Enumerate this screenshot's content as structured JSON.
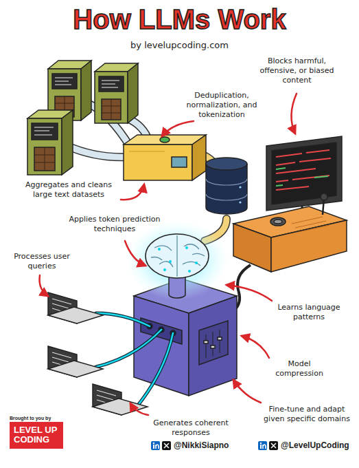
{
  "diagram": {
    "title": "How LLMs Work",
    "caption": "by levelupcoding.com",
    "nodes": [
      {
        "text": [
          "Brought to you by",
          "LEVEL UP CODING"
        ]
      }
    ],
    "labels": [
      "Blocks harmful, offensive, or biased content",
      "Deduplication, normalization, and tokenization",
      "Aggregates and cleans large text datasets",
      "Applies token prediction techniques",
      "Processes user queries",
      "Learns language patterns",
      "Model compression",
      "Fine-tune and adapt given specific domains",
      "Generates coherent responses",
      "@NikkiSiapno",
      "@LevelUpCoding"
    ]
  }
}
